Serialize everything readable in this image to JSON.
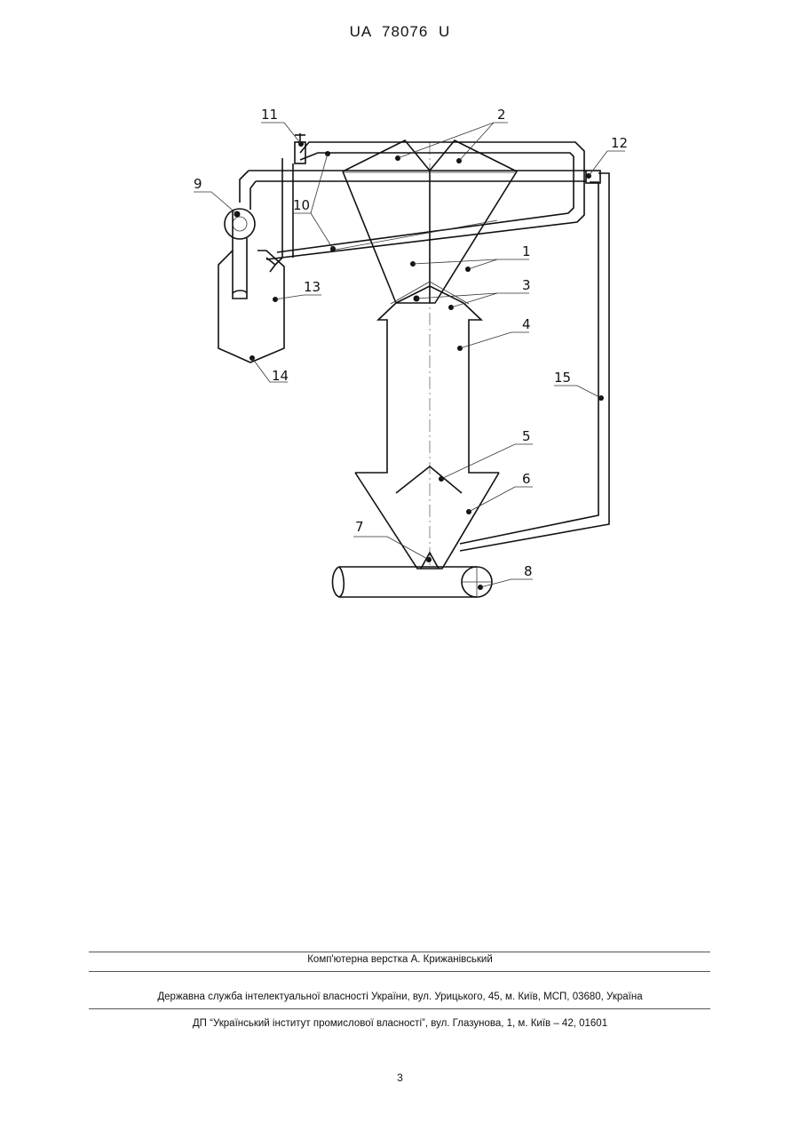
{
  "header": {
    "patent_number": "UA   78076   U"
  },
  "figure": {
    "labels": [
      "1",
      "2",
      "3",
      "4",
      "5",
      "6",
      "7",
      "8",
      "9",
      "10",
      "11",
      "12",
      "13",
      "14",
      "15"
    ]
  },
  "footer": {
    "layout_credit": "Комп'ютерна верстка А. Крижанівський",
    "agency": "Державна служба інтелектуальної власності України, вул. Урицького, 45, м. Київ, МСП, 03680, Україна",
    "institute": "ДП “Український інститут промислової власності”, вул. Глазунова, 1, м. Київ – 42, 01601",
    "page_number": "3"
  }
}
